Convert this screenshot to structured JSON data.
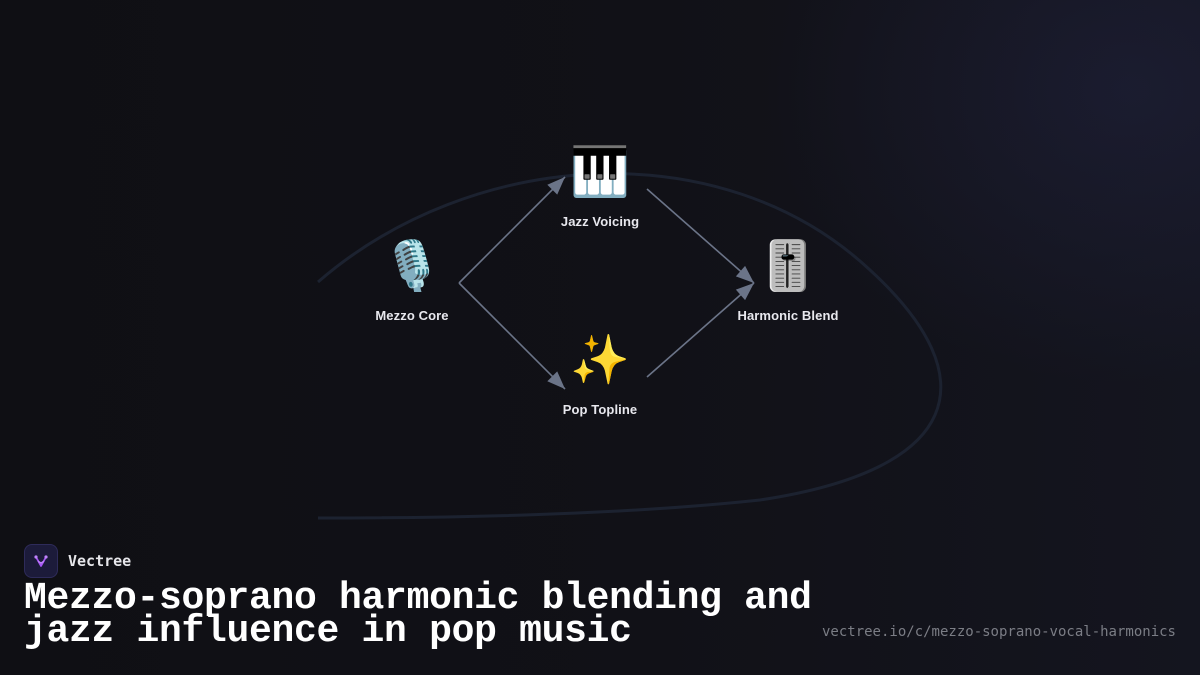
{
  "diagram": {
    "nodes": [
      {
        "id": "mezzo",
        "label": "Mezzo Core",
        "icon": "microphone-icon",
        "emoji": "🎙️"
      },
      {
        "id": "jazz",
        "label": "Jazz Voicing",
        "icon": "piano-keys-icon",
        "emoji": "🎹"
      },
      {
        "id": "pop",
        "label": "Pop Topline",
        "icon": "sparkles-icon",
        "emoji": "✨"
      },
      {
        "id": "harmonic",
        "label": "Harmonic Blend",
        "icon": "level-slider-icon",
        "emoji": "🎚️"
      }
    ],
    "edges": [
      {
        "from": "mezzo",
        "to": "jazz"
      },
      {
        "from": "mezzo",
        "to": "pop"
      },
      {
        "from": "jazz",
        "to": "harmonic"
      },
      {
        "from": "pop",
        "to": "harmonic"
      }
    ],
    "edge_color": "#6b7488",
    "backdrop_curve_color": "#1c2230"
  },
  "brand": {
    "name": "Vectree",
    "logo_icon": "vectree-logo-icon",
    "logo_color": "#a855f7"
  },
  "title": "Mezzo-soprano harmonic blending and jazz influence in pop music",
  "url": "vectree.io/c/mezzo-soprano-vocal-harmonics"
}
